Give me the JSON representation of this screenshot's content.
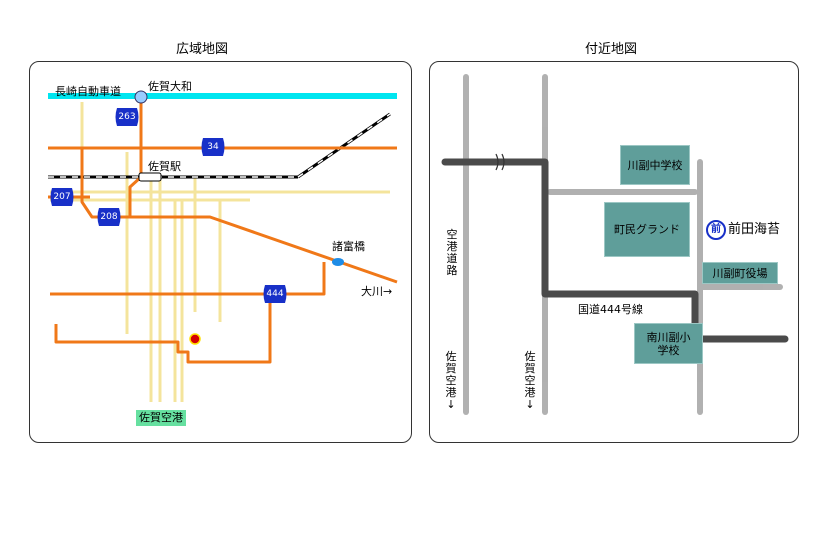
{
  "titles": {
    "wide": "広域地図",
    "near": "付近地図"
  },
  "wide_map": {
    "expressway": "長崎自動車道",
    "interchange": "佐賀大和",
    "station": "佐賀駅",
    "bridge": "諸富橋",
    "direction_okawa": "大川→",
    "airport": "佐賀空港",
    "routes": {
      "r263": "263",
      "r34": "34",
      "r207": "207",
      "r208": "208",
      "r444": "444"
    }
  },
  "near_map": {
    "school_jhs": "川副中学校",
    "ground": "町民グランド",
    "town_hall": "川副町役場",
    "elementary": "南川副小学校",
    "shop_logo": "前",
    "shop_name": "前田海苔",
    "route444": "国道444号線",
    "airport_road": "空港道路",
    "to_airport_1": "佐賀空港↓",
    "to_airport_2": "佐賀空港↓"
  },
  "colors": {
    "expressway": "#00e6f0",
    "national_road": "#f07818",
    "local_road": "#f4e49c",
    "route_shield": "#1830c8",
    "facility_box": "#5f9e9a",
    "airport_label": "#66e0a0"
  }
}
